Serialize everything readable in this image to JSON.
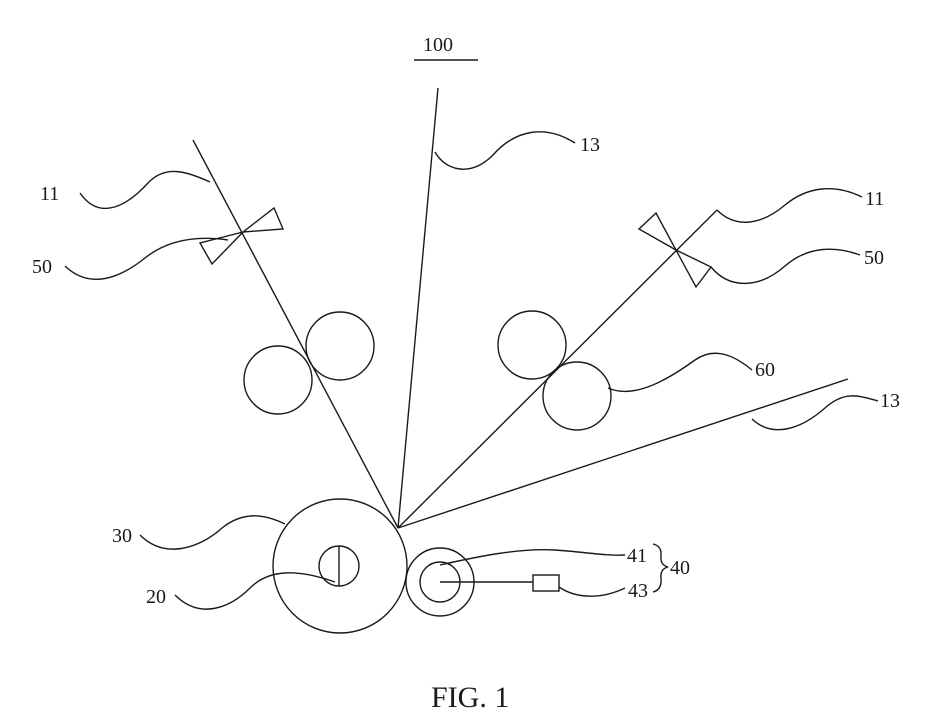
{
  "figure": {
    "ref": "100",
    "caption": "FIG. 1"
  },
  "labels": {
    "strip_left": "11",
    "strip_right": "11",
    "wire_top": "13",
    "wire_right": "13",
    "cutter_left": "50",
    "cutter_right": "50",
    "rollers": "60",
    "drum": "30",
    "shaft": "20",
    "idler": "41",
    "assembly": "40",
    "sensor": "43"
  }
}
